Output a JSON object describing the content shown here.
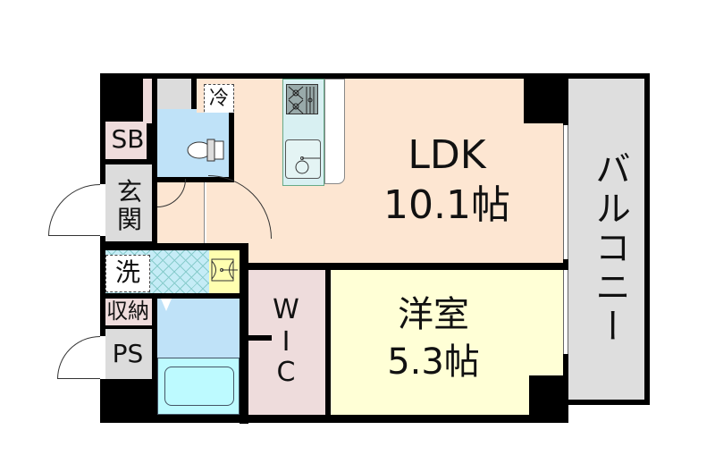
{
  "plan": {
    "rooms": {
      "ldk": {
        "name": "LDK",
        "size": "10.1帖"
      },
      "western": {
        "name": "洋室",
        "size": "5.3帖"
      },
      "balcony": {
        "name": "バルコニー"
      },
      "wic": {
        "name": "WIC",
        "letters": [
          "W",
          "I",
          "C"
        ]
      },
      "entrance": {
        "name": "玄関"
      },
      "shoebox": {
        "name": "SB"
      },
      "washer": {
        "name": "洗"
      },
      "storage": {
        "name": "収納"
      },
      "pipe_space": {
        "name": "PS"
      },
      "fridge": {
        "name": "冷"
      }
    },
    "colors": {
      "ldk": "#fde6d2",
      "western": "#ffffd6",
      "balcony": "#dedede",
      "wic": "#eedcdc",
      "entrance": "#dcdcdc",
      "shoebox": "#efdcdc",
      "toilet": "#bfe2f8",
      "bath": "#bfe2f8",
      "tub": "#bdfaff",
      "washroom": "#c5ecf6",
      "sink": "#ffffb0",
      "hall": "#fde6d2",
      "wall": "#000000"
    }
  }
}
